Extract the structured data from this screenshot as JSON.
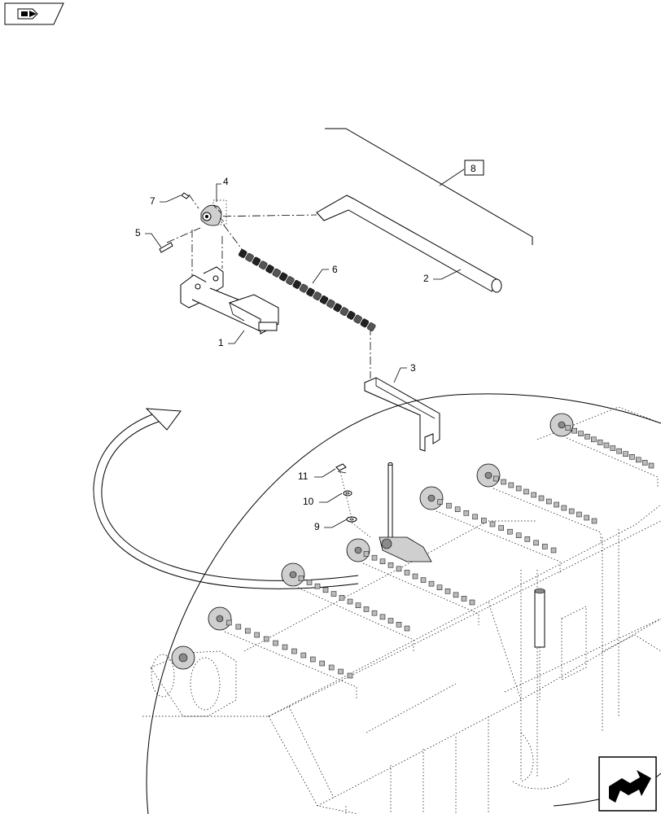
{
  "callouts": [
    {
      "id": "1",
      "label": "1"
    },
    {
      "id": "2",
      "label": "2"
    },
    {
      "id": "3",
      "label": "3"
    },
    {
      "id": "4",
      "label": "4"
    },
    {
      "id": "5",
      "label": "5"
    },
    {
      "id": "6",
      "label": "6"
    },
    {
      "id": "7",
      "label": "7"
    },
    {
      "id": "8",
      "label": "8"
    },
    {
      "id": "9",
      "label": "9"
    },
    {
      "id": "10",
      "label": "10"
    },
    {
      "id": "11",
      "label": "11"
    }
  ],
  "icons": {
    "top_left": "book-arrow-icon",
    "bottom_right": "next-page-arrow-icon"
  }
}
